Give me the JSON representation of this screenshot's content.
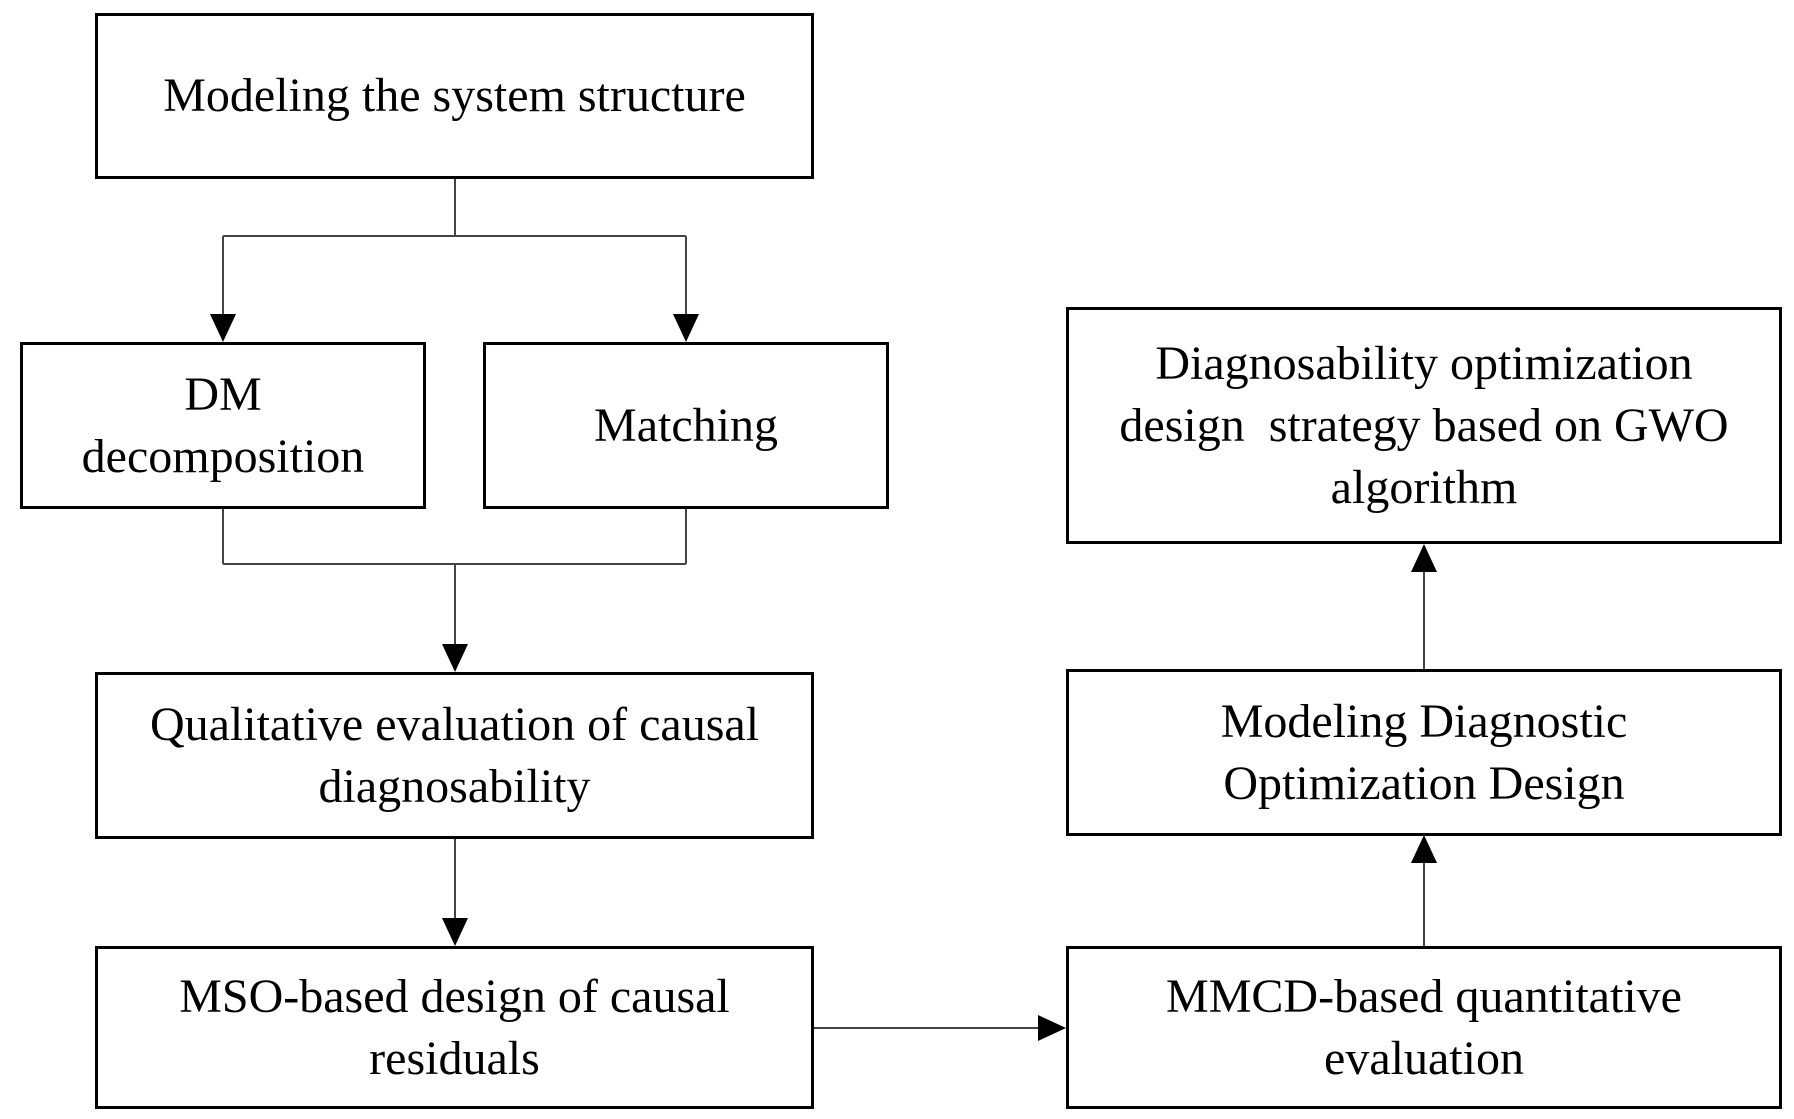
{
  "diagram": {
    "nodes": {
      "modeling_structure": {
        "lines": [
          "Modeling the system structure"
        ]
      },
      "dm_decomposition": {
        "lines": [
          "DM",
          "decomposition"
        ]
      },
      "matching": {
        "lines": [
          "Matching"
        ]
      },
      "qualitative_evaluation": {
        "lines": [
          "Qualitative evaluation of causal",
          "diagnosability"
        ]
      },
      "mso_design": {
        "lines": [
          "MSO-based design of causal",
          "residuals"
        ]
      },
      "mmcd_evaluation": {
        "lines": [
          "MMCD-based quantitative",
          "evaluation"
        ]
      },
      "modeling_diagnostic": {
        "lines": [
          "Modeling Diagnostic",
          "Optimization Design"
        ]
      },
      "gwo_strategy": {
        "lines": [
          "Diagnosability optimization",
          "design  strategy based on GWO",
          "algorithm"
        ]
      }
    },
    "edges": [
      {
        "from": "modeling_structure",
        "to": "dm_decomposition"
      },
      {
        "from": "modeling_structure",
        "to": "matching"
      },
      {
        "from": "dm_decomposition",
        "to": "qualitative_evaluation"
      },
      {
        "from": "matching",
        "to": "qualitative_evaluation"
      },
      {
        "from": "qualitative_evaluation",
        "to": "mso_design"
      },
      {
        "from": "mso_design",
        "to": "mmcd_evaluation"
      },
      {
        "from": "mmcd_evaluation",
        "to": "modeling_diagnostic"
      },
      {
        "from": "modeling_diagnostic",
        "to": "gwo_strategy"
      }
    ]
  }
}
